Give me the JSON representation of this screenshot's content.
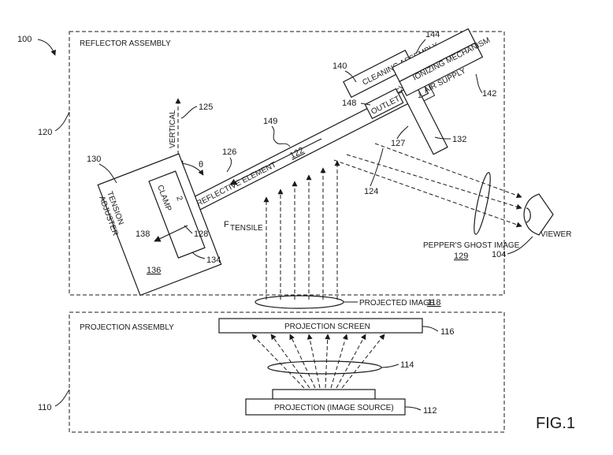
{
  "figure_label": "FIG.1",
  "refs": {
    "r100": "100",
    "r104": "104",
    "r110": "110",
    "r112": "112",
    "r114": "114",
    "r116": "116",
    "r118": "118",
    "r120": "120",
    "r122": "122",
    "r124": "124",
    "r125": "125",
    "r126": "126",
    "r127": "127",
    "r128": "128",
    "r129": "129",
    "r130": "130",
    "r132": "132",
    "r134": "134",
    "r136": "136",
    "r138": "138",
    "r140": "140",
    "r142": "142",
    "r144": "144",
    "r148": "148",
    "r149": "149"
  },
  "labels": {
    "reflector_assembly": "REFLECTOR ASSEMBLY",
    "projection_assembly": "PROJECTION ASSEMBLY",
    "cleaning_assembly": "CLEANING ASSEMBLY",
    "ionizing_mechanism": "IONIZING MECHANISM",
    "air_supply": "AIR SUPPLY",
    "outlet": "OUTLET",
    "clamp": "CLAMP",
    "clamp_index_1": "1",
    "clamp_index_2": "2",
    "vertical": "VERTICAL",
    "theta": "θ",
    "tension": "TENSION",
    "adjuster": "ADJUSTER",
    "reflective_element": "REFLECTIVE ELEMENT",
    "f_tensile_f": "F",
    "f_tensile_sub": "TENSILE",
    "peppers_ghost_image": "PEPPER'S GHOST IMAGE",
    "viewer": "VIEWER",
    "projected_image": "PROJECTED IMAGE",
    "projection_screen": "PROJECTION SCREEN",
    "projection_source": "PROJECTION (IMAGE SOURCE)"
  }
}
